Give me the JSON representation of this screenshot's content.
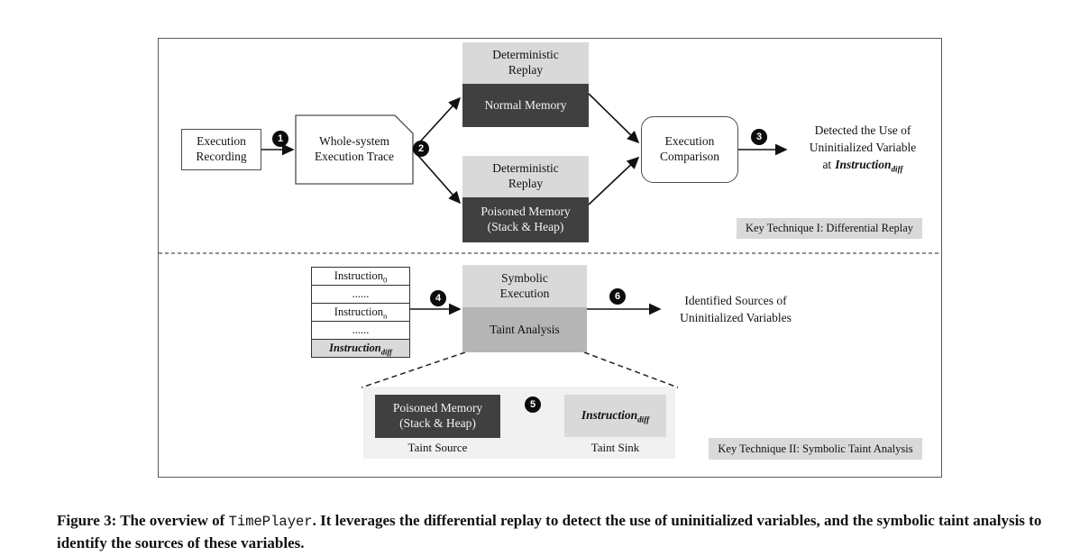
{
  "colors": {
    "light_gray": "#d9d9d9",
    "dark_gray": "#404040",
    "mid_gray": "#b5b5b5",
    "container_gray": "#f1f1f1"
  },
  "steps": [
    "1",
    "2",
    "3",
    "4",
    "5",
    "6"
  ],
  "top": {
    "execution_recording": "Execution Recording",
    "whole_system_trace": "Whole-system Execution Trace",
    "deterministic_replay": "Deterministic Replay",
    "normal_memory": "Normal Memory",
    "poisoned_memory_line1": "Poisoned Memory",
    "poisoned_memory_line2": "(Stack & Heap)",
    "execution_comparison": "Execution Comparison",
    "detected_line1": "Detected the Use of",
    "detected_line2": "Uninitialized Variable",
    "detected_at": "at",
    "instruction_word": "Instruction",
    "diff_sub": "diff",
    "key_technique_1": "Key Technique I: Differential Replay"
  },
  "bottom": {
    "table": {
      "row0_word": "Instruction",
      "row0_sub": "0",
      "dots": "......",
      "rown_word": "Instruction",
      "rown_sub": "n",
      "rowdiff_word": "Instruction",
      "rowdiff_sub": "diff"
    },
    "symbolic_execution": "Symbolic Execution",
    "taint_analysis": "Taint Analysis",
    "identified_line1": "Identified Sources of",
    "identified_line2": "Uninitialized Variables",
    "poisoned_memory_line1": "Poisoned Memory",
    "poisoned_memory_line2": "(Stack & Heap)",
    "sink_word": "Instruction",
    "sink_sub": "diff",
    "taint_source_label": "Taint Source",
    "taint_sink_label": "Taint Sink",
    "key_technique_2": "Key Technique II: Symbolic Taint Analysis"
  },
  "caption": {
    "prefix": "Figure 3: The overview of ",
    "code": "TimePlayer",
    "suffix": ". It leverages the differential replay to detect the use of uninitialized variables, and the symbolic taint analysis to identify the sources of these variables."
  }
}
